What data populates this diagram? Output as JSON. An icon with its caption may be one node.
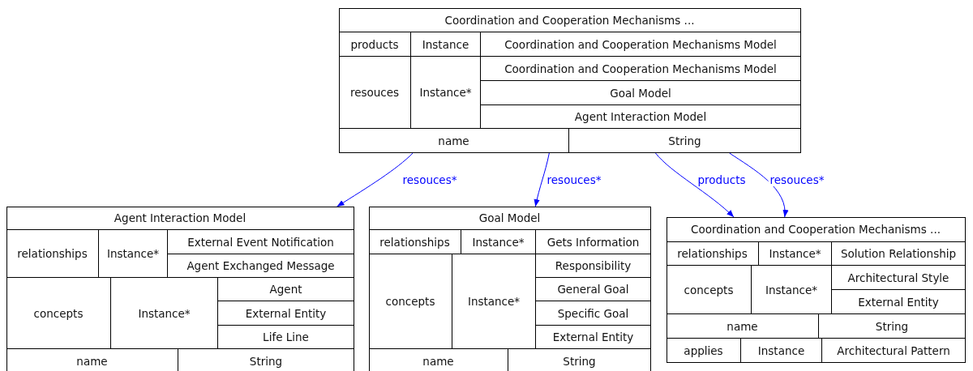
{
  "diagram": {
    "nodes": [
      {
        "text": [
          "Coordination and Cooperation Mechanisms ...",
          "products",
          "Instance",
          "Coordination and Cooperation Mechanisms Model",
          "resouces",
          "Instance*",
          "Coordination and Cooperation Mechanisms Model",
          "Goal Model",
          "Agent Interaction Model",
          "name",
          "String"
        ]
      },
      {
        "text": [
          "Agent Interaction Model",
          "relationships",
          "Instance*",
          "External Event Notification",
          "Agent Exchanged Message",
          "concepts",
          "Instance*",
          "Agent",
          "External Entity",
          "Life Line",
          "name",
          "String"
        ]
      },
      {
        "text": [
          "Goal Model",
          "relationships",
          "Instance*",
          "Gets Information",
          "concepts",
          "Instance*",
          "Responsibility",
          "General Goal",
          "Specific Goal",
          "External Entity",
          "name",
          "String"
        ]
      },
      {
        "text": [
          "Coordination and Cooperation Mechanisms ...",
          "relationships",
          "Instance*",
          "Solution Relationship",
          "concepts",
          "Instance*",
          "Architectural Style",
          "External Entity",
          "name",
          "String",
          "applies",
          "Instance",
          "Architectural Pattern"
        ]
      }
    ],
    "edges": [
      {
        "from": 0,
        "to": 1,
        "arrow": "to",
        "label": "resouces*"
      },
      {
        "from": 0,
        "to": 2,
        "arrow": "to",
        "label": "resouces*"
      },
      {
        "from": 0,
        "to": 3,
        "arrow": "to",
        "label": "products"
      },
      {
        "from": 0,
        "to": 3,
        "arrow": "to",
        "label": "resouces*"
      }
    ]
  }
}
